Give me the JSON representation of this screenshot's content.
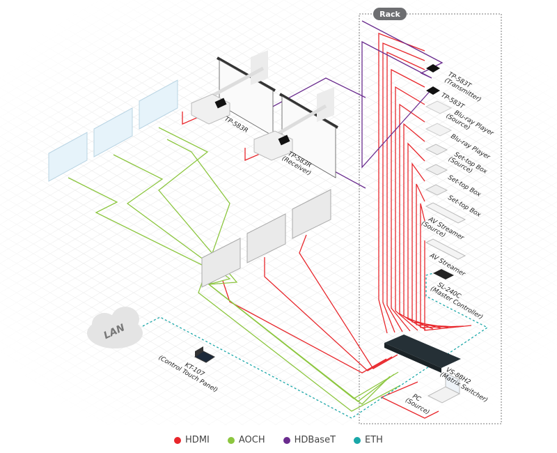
{
  "rack_label": "Rack",
  "devices": {
    "tp583t_tx": {
      "name": "TP-583T",
      "role": "(Transmitter)"
    },
    "tp583t": {
      "name": "TP-583T"
    },
    "bluray_src": {
      "name": "Blu-ray Player",
      "role": "(Source)"
    },
    "bluray": {
      "name": "Blu-ray Player"
    },
    "stb_src": {
      "name": "Set-top Box",
      "role": "(Source)"
    },
    "stb1": {
      "name": "Set-top Box"
    },
    "stb2": {
      "name": "Set-top Box"
    },
    "avs_src": {
      "name": "AV Streamer",
      "role": "(Source)"
    },
    "avs": {
      "name": "AV Streamer"
    },
    "sl240c": {
      "name": "SL-240C",
      "role": "(Master Controller)"
    },
    "vs88h2": {
      "name": "VS-88H2",
      "role": "(Matrix Switcher)"
    },
    "pc": {
      "name": "PC",
      "role": "(Source)"
    },
    "tp583r_1": {
      "name": "TP-583R"
    },
    "tp583r_2": {
      "name": "TP-583R",
      "role": "(Receiver)"
    },
    "kt107": {
      "name": "KT-107",
      "role": "(Control Touch Panel)"
    },
    "lan": {
      "name": "LAN"
    }
  },
  "legend": [
    {
      "label": "HDMI",
      "color": "#e8262b"
    },
    {
      "label": "AOCH",
      "color": "#8cc63f"
    },
    {
      "label": "HDBaseT",
      "color": "#6a2c8e"
    },
    {
      "label": "ETH",
      "color": "#19a7a8"
    }
  ]
}
